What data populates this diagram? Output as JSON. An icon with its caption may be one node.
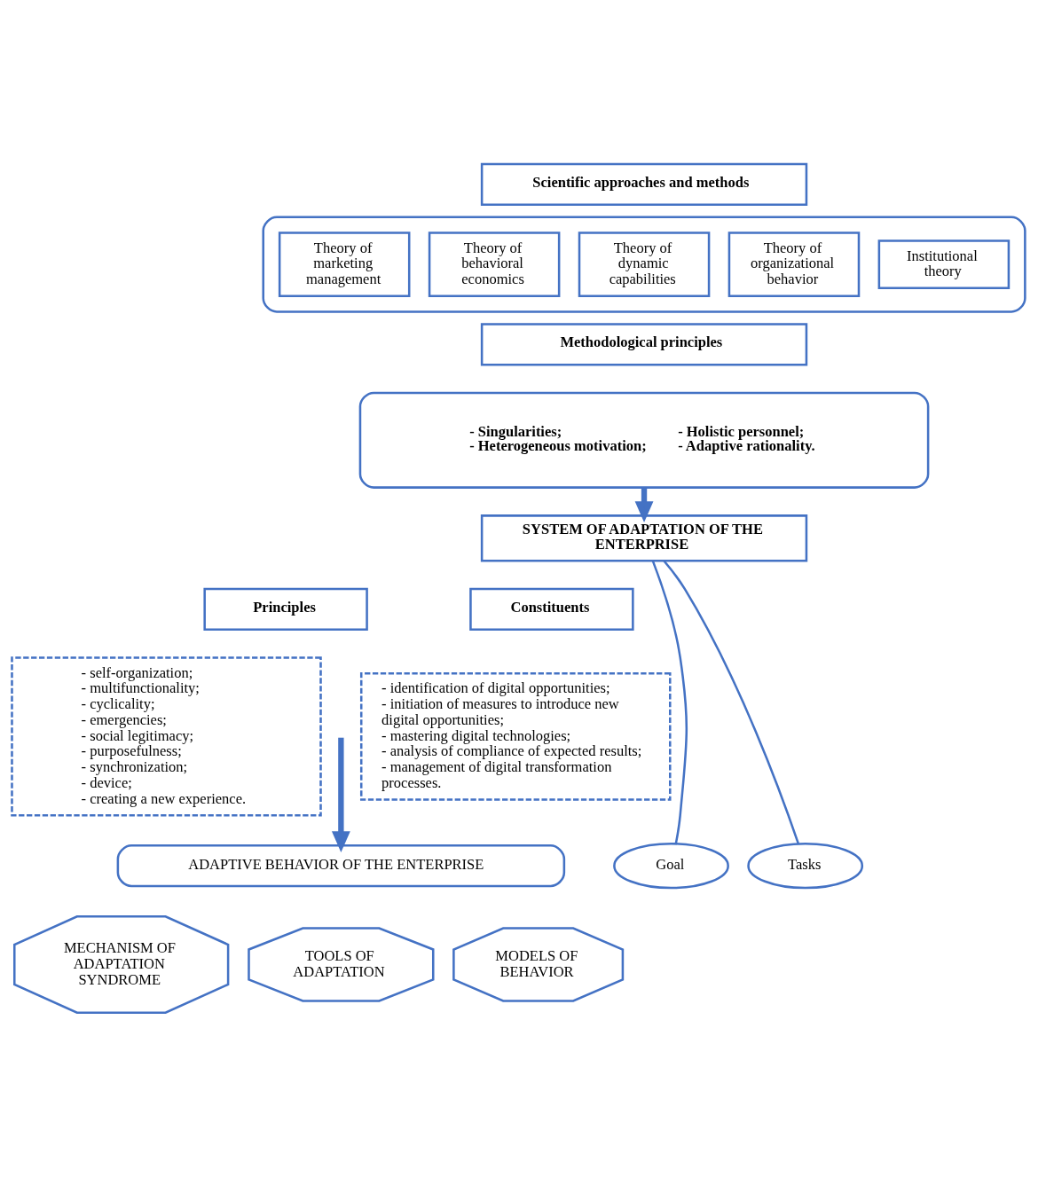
{
  "diagram": {
    "nodes": [
      {
        "text": [
          "Scientific approaches and methods"
        ]
      },
      {
        "text": [],
        "shape": "box"
      },
      {
        "text": [
          "Institutional theory"
        ],
        "in": 1
      },
      {
        "text": [
          "Theory of organizational behavior"
        ],
        "in": 1
      },
      {
        "text": [
          "Theory of dynamic capabilities"
        ],
        "in": 1
      },
      {
        "text": [
          "Theory of behavioral economics"
        ],
        "in": 1
      },
      {
        "text": [
          "Theory of marketing management"
        ],
        "in": 1
      },
      {
        "text": [
          "Methodological principles"
        ]
      },
      {
        "text": [
          "- Singularities; - Heterogeneous motivation;",
          "- Holistic personnel; - Adaptive rationality."
        ]
      },
      {
        "text": [
          "SYSTEM OF ADAPTATION OF THE ENTERPRISE"
        ]
      },
      {
        "text": [
          "Principles"
        ]
      },
      {
        "text": [
          "Constituents"
        ]
      },
      {
        "text": [
          "- self-organization;",
          "- multifunctionality;",
          "- cyclicality;",
          "- emergencies;",
          "- social legitimacy;",
          "- purposefulness;",
          "- synchronization;",
          "- device;",
          "- creating a new experience."
        ]
      },
      {
        "text": [
          "- identification of digital opportunities;",
          "- initiation of measures to introduce new digital opportunities;",
          "- mastering digital technologies;",
          "- analysis of compliance of expected results;",
          "- management of digital transformation processes."
        ]
      },
      {
        "text": [
          "Goal"
        ]
      },
      {
        "text": [
          "ADAPTIVE BEHAVIOR OF THE ENTERPRISE"
        ]
      },
      {
        "text": [
          "Tasks"
        ]
      },
      {
        "text": [
          "MECHANISM OF ADAPTATION SYNDROME"
        ]
      },
      {
        "text": [
          "TOOLS OF ADAPTATION"
        ]
      },
      {
        "text": [
          "MODELS OF BEHAVIOR"
        ]
      }
    ],
    "edges": [
      {
        "from": 8,
        "to": 9,
        "arrow": "to",
        "style": "thick"
      },
      {
        "from": 9,
        "to": 14,
        "arrow": "none"
      },
      {
        "from": 9,
        "to": 16,
        "arrow": "none"
      },
      {
        "from": null,
        "to": 15,
        "arrow": "to",
        "style": "thick"
      }
    ]
  }
}
